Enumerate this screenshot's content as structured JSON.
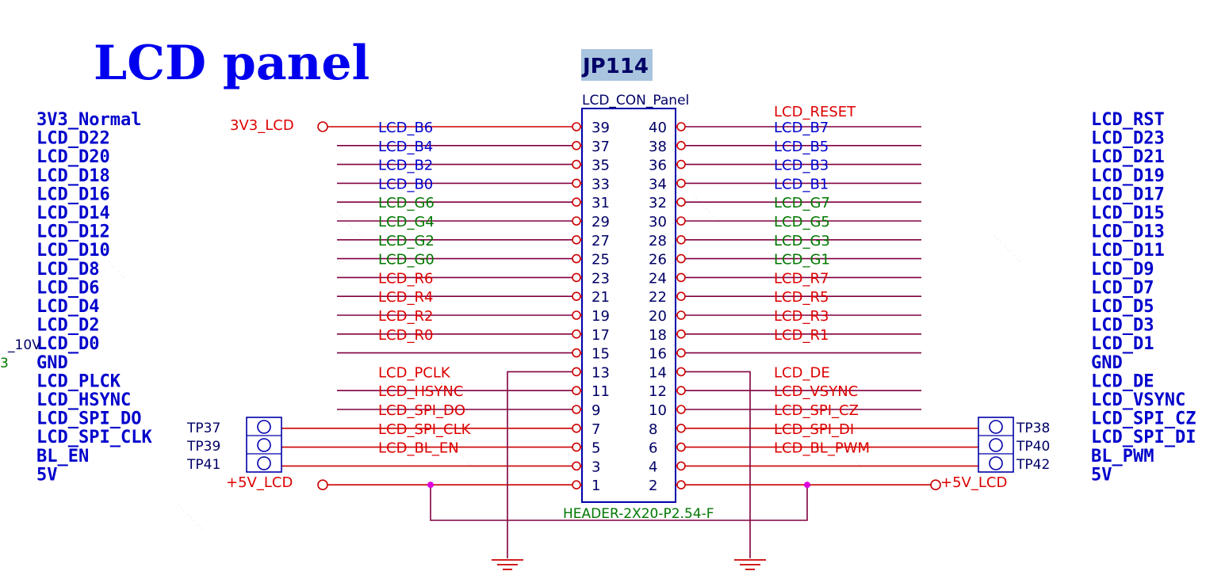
{
  "title": "LCD panel",
  "component": {
    "ref": "JP114",
    "value": "LCD_CON_Panel",
    "footprint": "HEADER-2X20-P2.54-F"
  },
  "colors": {
    "title": "#0000ee",
    "wire": "#cc0000",
    "bus_wire": "#800040",
    "net_red": "#dd0000",
    "net_blue": "#0000cc",
    "net_green": "#007700",
    "component_outline": "#0000aa",
    "junction": "#dd00dd",
    "ground": "#cc0000",
    "ref_highlight": "#a9c4de"
  },
  "left_pins": [
    {
      "pin": "39",
      "net": "LCD_B6",
      "color": "blue"
    },
    {
      "pin": "37",
      "net": "LCD_B4",
      "color": "blue"
    },
    {
      "pin": "35",
      "net": "LCD_B2",
      "color": "blue"
    },
    {
      "pin": "33",
      "net": "LCD_B0",
      "color": "blue"
    },
    {
      "pin": "31",
      "net": "LCD_G6",
      "color": "green"
    },
    {
      "pin": "29",
      "net": "LCD_G4",
      "color": "green"
    },
    {
      "pin": "27",
      "net": "LCD_G2",
      "color": "green"
    },
    {
      "pin": "25",
      "net": "LCD_G0",
      "color": "green"
    },
    {
      "pin": "23",
      "net": "LCD_R6",
      "color": "red"
    },
    {
      "pin": "21",
      "net": "LCD_R4",
      "color": "red"
    },
    {
      "pin": "19",
      "net": "LCD_R2",
      "color": "red"
    },
    {
      "pin": "17",
      "net": "LCD_R0",
      "color": "red"
    },
    {
      "pin": "15",
      "net": "",
      "color": "red"
    },
    {
      "pin": "13",
      "net": "LCD_PCLK",
      "color": "red"
    },
    {
      "pin": "11",
      "net": "LCD_HSYNC",
      "color": "red"
    },
    {
      "pin": "9",
      "net": "LCD_SPI_DO",
      "color": "red"
    },
    {
      "pin": "7",
      "net": "LCD_SPI_CLK",
      "color": "red"
    },
    {
      "pin": "5",
      "net": "LCD_BL_EN",
      "color": "red"
    },
    {
      "pin": "3",
      "net": "",
      "color": "red"
    },
    {
      "pin": "1",
      "net": "",
      "color": "red"
    }
  ],
  "right_pins": [
    {
      "pin": "40",
      "net": "LCD_B7",
      "color": "blue"
    },
    {
      "pin": "38",
      "net": "LCD_B5",
      "color": "blue"
    },
    {
      "pin": "36",
      "net": "LCD_B3",
      "color": "blue"
    },
    {
      "pin": "34",
      "net": "LCD_B1",
      "color": "blue"
    },
    {
      "pin": "32",
      "net": "LCD_G7",
      "color": "green"
    },
    {
      "pin": "30",
      "net": "LCD_G5",
      "color": "green"
    },
    {
      "pin": "28",
      "net": "LCD_G3",
      "color": "green"
    },
    {
      "pin": "26",
      "net": "LCD_G1",
      "color": "green"
    },
    {
      "pin": "24",
      "net": "LCD_R7",
      "color": "red"
    },
    {
      "pin": "22",
      "net": "LCD_R5",
      "color": "red"
    },
    {
      "pin": "20",
      "net": "LCD_R3",
      "color": "red"
    },
    {
      "pin": "18",
      "net": "LCD_R1",
      "color": "red"
    },
    {
      "pin": "16",
      "net": "",
      "color": "red"
    },
    {
      "pin": "14",
      "net": "LCD_DE",
      "color": "red"
    },
    {
      "pin": "12",
      "net": "LCD_VSYNC",
      "color": "red"
    },
    {
      "pin": "10",
      "net": "LCD_SPI_CZ",
      "color": "red"
    },
    {
      "pin": "8",
      "net": "LCD_SPI_DI",
      "color": "red"
    },
    {
      "pin": "6",
      "net": "LCD_BL_PWM",
      "color": "red"
    },
    {
      "pin": "4",
      "net": "",
      "color": "red"
    },
    {
      "pin": "2",
      "net": "",
      "color": "red"
    }
  ],
  "power": {
    "left_top": "3V3_LCD",
    "right_top": "LCD_RESET",
    "left_bottom": "+5V_LCD",
    "right_bottom": "+5V_LCD"
  },
  "testpoints": {
    "left": [
      "TP37",
      "TP39",
      "TP41"
    ],
    "right": [
      "TP38",
      "TP40",
      "TP42"
    ]
  },
  "left_list": [
    "3V3_Normal",
    "LCD_D22",
    "LCD_D20",
    "LCD_D18",
    "LCD_D16",
    "LCD_D14",
    "LCD_D12",
    "LCD_D10",
    "LCD_D8",
    "LCD_D6",
    "LCD_D4",
    "LCD_D2",
    "LCD_D0",
    "GND",
    "LCD_PLCK",
    "LCD_HSYNC",
    "LCD_SPI_DO",
    "LCD_SPI_CLK",
    "BL_EN",
    "5V"
  ],
  "right_list": [
    "LCD_RST",
    "LCD_D23",
    "LCD_D21",
    "LCD_D19",
    "LCD_D17",
    "LCD_D15",
    "LCD_D13",
    "LCD_D11",
    "LCD_D9",
    "LCD_D7",
    "LCD_D5",
    "LCD_D3",
    "LCD_D1",
    "GND",
    "LCD_DE",
    "LCD_VSYNC",
    "LCD_SPI_CZ",
    "LCD_SPI_DI",
    "BL_PWM",
    "5V"
  ],
  "edge_fragments": [
    "_10V",
    "3"
  ]
}
